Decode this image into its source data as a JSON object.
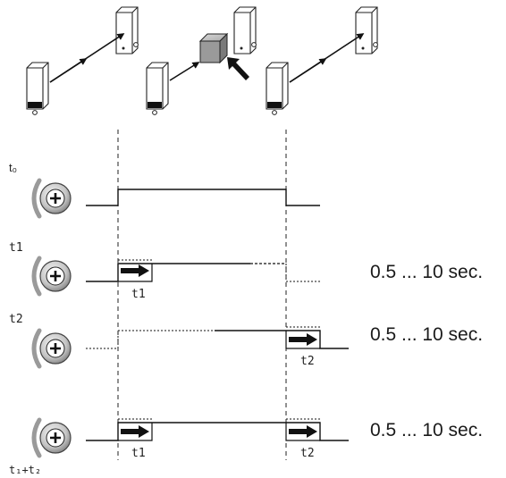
{
  "diagram": {
    "modes": [
      {
        "id": "t0",
        "label": "t₀",
        "duration": ""
      },
      {
        "id": "t1",
        "label": "t1",
        "duration": "0.5 ... 10 sec."
      },
      {
        "id": "t2",
        "label": "t2",
        "duration": "0.5 ... 10 sec."
      },
      {
        "id": "t1t2",
        "label": "t₁+t₂",
        "duration": "0.5 ... 10 sec."
      }
    ],
    "delay_labels": {
      "t1_row_t1": "t1",
      "t2_row_t2": "t2",
      "t1t2_row_t1": "t1",
      "t1t2_row_t2": "t2"
    },
    "button_glyph": "+",
    "icons": [
      "photoelectric-sensor-icon",
      "object-cube-icon",
      "push-arrow-icon",
      "teach-button-icon",
      "delay-arrow-icon"
    ]
  }
}
